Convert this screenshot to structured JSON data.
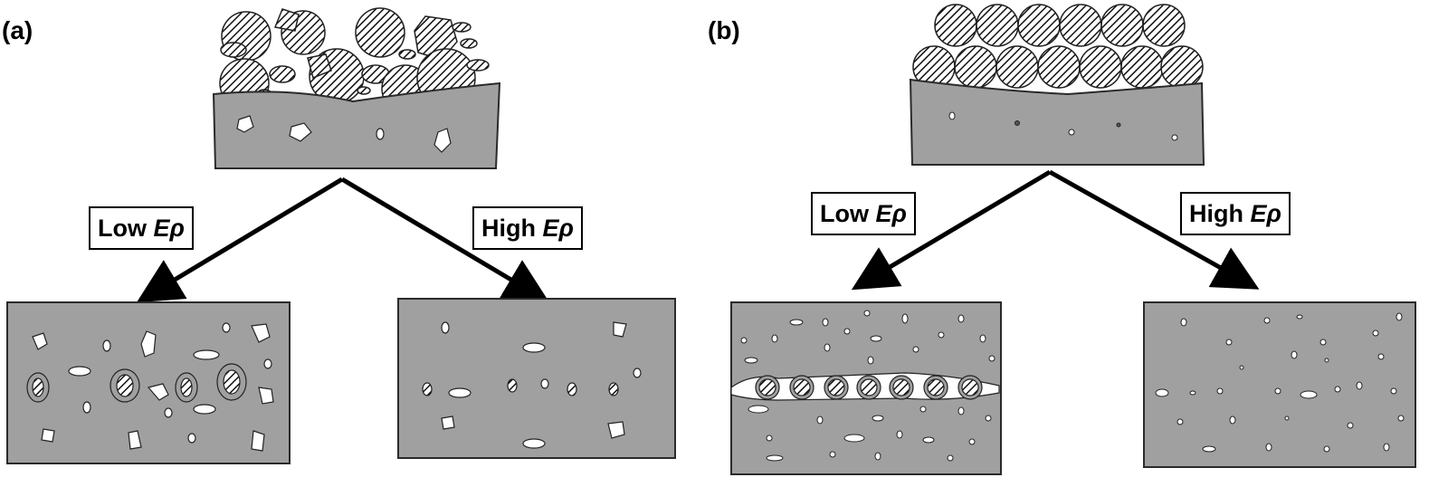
{
  "panels": [
    {
      "label": "(a)",
      "left_label": {
        "prefix": "Low ",
        "symbol": "Eρ"
      },
      "right_label": {
        "prefix": "High ",
        "symbol": "Eρ"
      }
    },
    {
      "label": "(b)",
      "left_label": {
        "prefix": "Low ",
        "symbol": "Eρ"
      },
      "right_label": {
        "prefix": "High ",
        "symbol": "Eρ"
      }
    }
  ],
  "colors": {
    "substrate": "#a0a0a0",
    "outline": "#2a2a2a",
    "pore": "#ffffff",
    "arrow": "#000000"
  }
}
